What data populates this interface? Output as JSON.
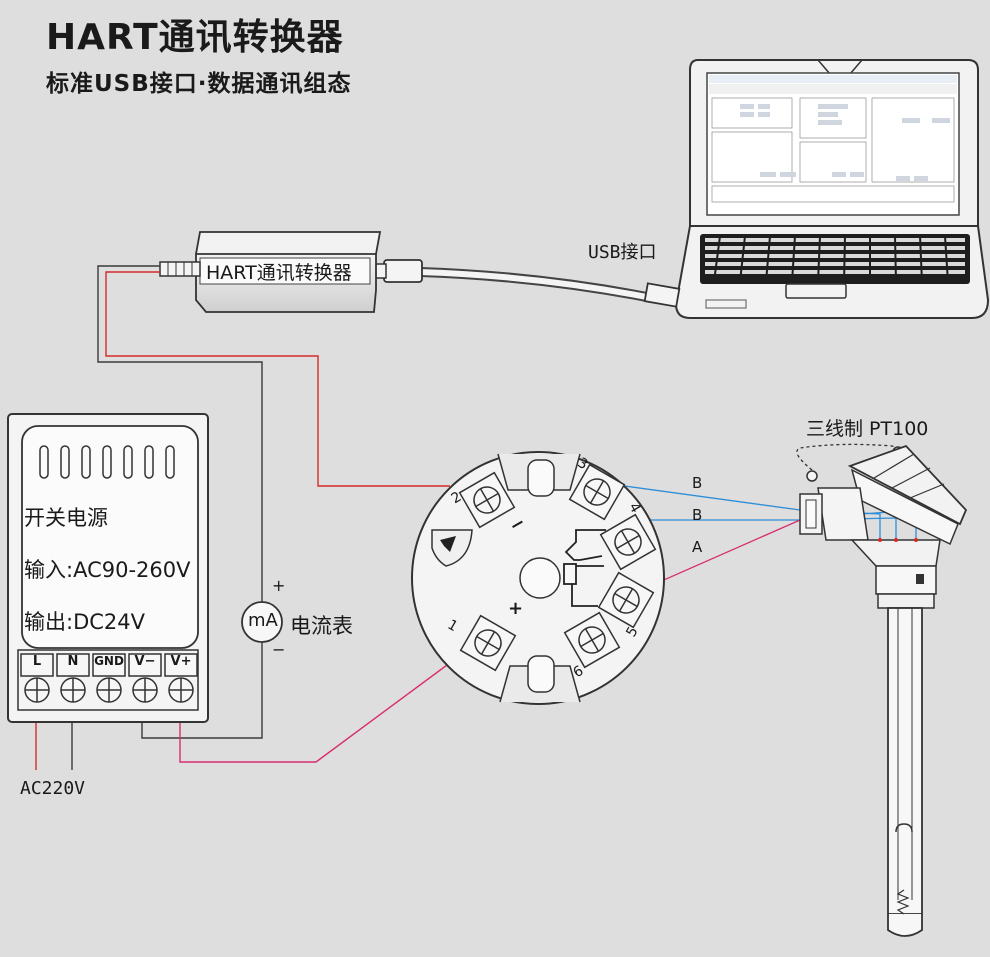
{
  "header": {
    "title": "HART通讯转换器",
    "subtitle": "标准USB接口·数据通讯组态"
  },
  "converter": {
    "label": "HART通讯转换器"
  },
  "usb": {
    "label": "USB接口"
  },
  "power_supply": {
    "name": "开关电源",
    "input": "输入:AC90-260V",
    "output": "输出:DC24V",
    "terminals": [
      "L",
      "N",
      "GND",
      "V−",
      "V+"
    ]
  },
  "meter": {
    "symbol": "mA",
    "label": "电流表",
    "plus": "+",
    "minus": "−"
  },
  "ac_label": "AC220V",
  "transmitter": {
    "terminals": [
      "1",
      "2",
      "3",
      "4",
      "5",
      "6"
    ],
    "plus": "+",
    "minus": "−"
  },
  "sensor": {
    "label": "三线制 PT100",
    "wires": [
      "B",
      "B",
      "A"
    ]
  },
  "colors": {
    "red_wire": "#d42a2a",
    "pink_wire": "#d62e6e",
    "blue_wire": "#2d8ed8",
    "dark_wire": "#3a3a3a"
  }
}
